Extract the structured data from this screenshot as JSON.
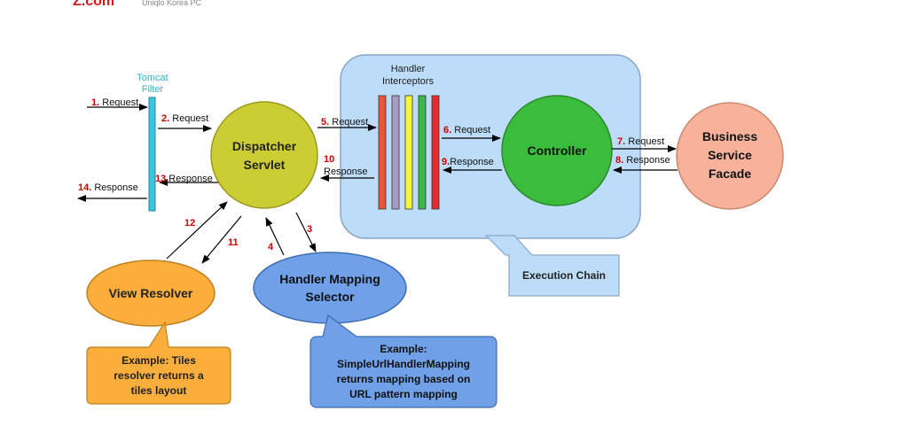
{
  "header": {
    "logo_text": "Z.com",
    "subtitle": "Uniqlo Korea PC"
  },
  "nodes": {
    "tomcat_filter": {
      "line1": "Tomcat",
      "line2": "Filter"
    },
    "dispatcher": {
      "line1": "Dispatcher",
      "line2": "Servlet"
    },
    "interceptors": {
      "line1": "Handler",
      "line2": "Interceptors"
    },
    "controller": {
      "label": "Controller"
    },
    "business": {
      "line1": "Business",
      "line2": "Service",
      "line3": "Facade"
    },
    "view_resolver": {
      "label": "View Resolver"
    },
    "handler_mapping": {
      "line1": "Handler Mapping",
      "line2": "Selector"
    },
    "execution_chain": {
      "label": "Execution Chain"
    }
  },
  "callouts": {
    "view_resolver_example": {
      "line1": "Example: Tiles",
      "line2": "resolver returns a",
      "line3": "tiles layout"
    },
    "handler_mapping_example": {
      "line1": "Example:",
      "line2": "SimpleUrlHandlerMapping",
      "line3": "returns mapping based on",
      "line4": "URL pattern mapping"
    }
  },
  "steps": {
    "s1": {
      "num": "1.",
      "text": "Request"
    },
    "s2": {
      "num": "2.",
      "text": "Request"
    },
    "s3": {
      "num": "3"
    },
    "s4": {
      "num": "4"
    },
    "s5": {
      "num": "5.",
      "text": "Request"
    },
    "s6": {
      "num": "6.",
      "text": "Request"
    },
    "s7": {
      "num": "7.",
      "text": "Request"
    },
    "s8": {
      "num": "8.",
      "text": "Response"
    },
    "s9": {
      "num": "9.",
      "text": "Response"
    },
    "s10": {
      "num": "10",
      "text": "Response"
    },
    "s11": {
      "num": "11"
    },
    "s12": {
      "num": "12"
    },
    "s13": {
      "num": "13.",
      "text": "Response"
    },
    "s14": {
      "num": "14.",
      "text": "Response"
    }
  },
  "colors": {
    "num_red": "#cc0000",
    "filter_cyan": "#3ec3dc",
    "dispatcher_yellow": "#cccc33",
    "controller_green": "#3cbc3c",
    "business_salmon": "#f8b29c",
    "chain_blue": "#bcdcf8",
    "view_orange": "#fbae3c",
    "mapping_blue": "#6fa0e8",
    "interceptor_bars": [
      "#e8553a",
      "#a99bc4",
      "#f6f63a",
      "#3ab84a",
      "#e62a2a"
    ]
  }
}
